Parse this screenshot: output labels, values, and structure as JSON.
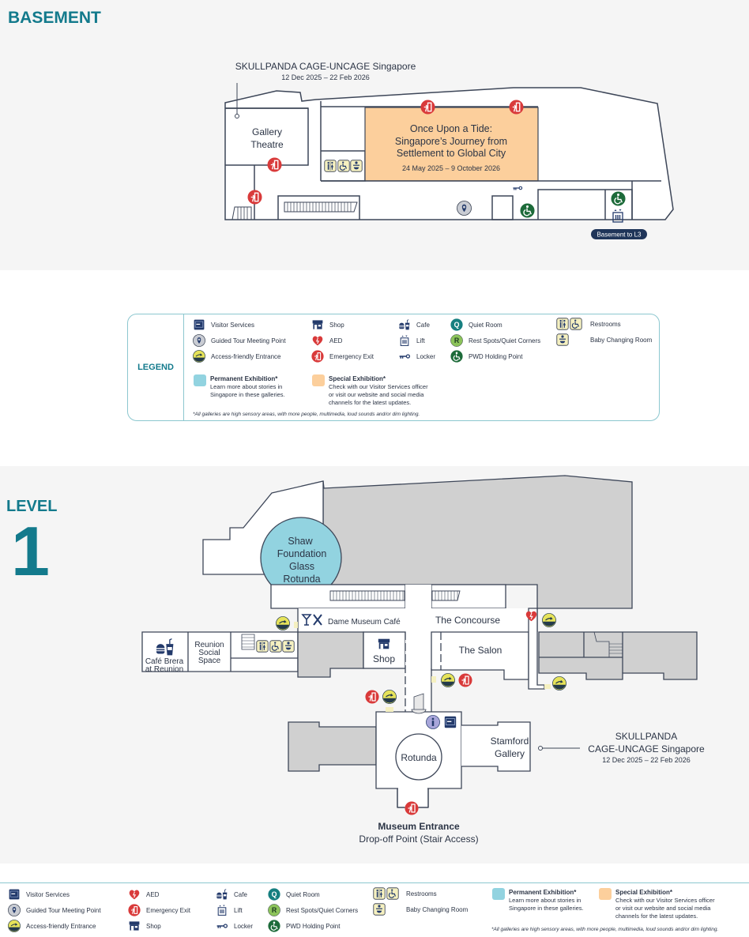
{
  "colors": {
    "teal_title": "#137a8c",
    "wall": "#3d4658",
    "special_exhibition": "#fccf9c",
    "permanent_exhibition": "#92d3e0",
    "inactive_area": "#d0d0d0",
    "emergency_red": "#d93a3a",
    "access_yellow": "#e6e35a",
    "pwd_green": "#1d6b3a",
    "rest_green": "#8cc35a",
    "quiet_teal": "#167f80",
    "navy": "#233a6b",
    "info_lilac": "#a8a6da",
    "restroom_yellow": "#f5f0c0"
  },
  "basement": {
    "title": "BASEMENT",
    "callout_title": "SKULLPANDA CAGE-UNCAGE Singapore",
    "callout_dates": "12 Dec 2025 – 22 Feb 2026",
    "gallery_theatre_line1": "Gallery",
    "gallery_theatre_line2": "Theatre",
    "exhibition_line1": "Once Upon a Tide:",
    "exhibition_line2": "Singapore’s Journey from",
    "exhibition_line3": "Settlement to Global City",
    "exhibition_dates": "24 May 2025 – 9 October 2026",
    "lift_badge": "Basement to L3"
  },
  "legend": {
    "heading": "LEGEND",
    "items": [
      {
        "icon": "visitor-services-icon",
        "label": "Visitor Services"
      },
      {
        "icon": "guided-tour-icon",
        "label": "Guided Tour Meeting Point"
      },
      {
        "icon": "access-entrance-icon",
        "label": "Access-friendly Entrance"
      },
      {
        "icon": "shop-icon",
        "label": "Shop"
      },
      {
        "icon": "aed-icon",
        "label": "AED"
      },
      {
        "icon": "emergency-exit-icon",
        "label": "Emergency Exit"
      },
      {
        "icon": "cafe-icon",
        "label": "Cafe"
      },
      {
        "icon": "lift-icon",
        "label": "Lift"
      },
      {
        "icon": "locker-icon",
        "label": "Locker"
      },
      {
        "icon": "quiet-room-icon",
        "label": "Quiet Room",
        "glyph": "Q"
      },
      {
        "icon": "rest-spot-icon",
        "label": "Rest Spots/Quiet Corners",
        "glyph": "R"
      },
      {
        "icon": "pwd-holding-icon",
        "label": "PWD Holding Point"
      },
      {
        "icon": "restrooms-icon",
        "label": "Restrooms"
      },
      {
        "icon": "baby-changing-icon",
        "label": "Baby Changing Room"
      }
    ],
    "permanent_title": "Permanent Exhibition*",
    "permanent_line1": "Learn more about stories in",
    "permanent_line2": "Singapore in these galleries.",
    "special_title": "Special Exhibition*",
    "special_line1": "Check with our Visitor Services officer",
    "special_line2": "or visit our website and social media",
    "special_line3": "channels for the latest updates.",
    "footnote": "*All galleries are high sensory areas, with more people, multimedia, loud sounds and/or dim lighting."
  },
  "level1": {
    "title_word": "LEVEL",
    "title_number": "1",
    "glass_rotunda": [
      "Shaw",
      "Foundation",
      "Glass",
      "Rotunda"
    ],
    "dame_cafe": "Dame Museum Café",
    "concourse": "The Concourse",
    "salon": "The Salon",
    "shop": "Shop",
    "reunion": [
      "Reunion",
      "Social",
      "Space"
    ],
    "cafe_brera": [
      "Café Brera",
      "at Reunion"
    ],
    "rotunda": "Rotunda",
    "stamford": [
      "Stamford",
      "Gallery"
    ],
    "callout_line1": "SKULLPANDA",
    "callout_line2": "CAGE-UNCAGE Singapore",
    "callout_dates": "12 Dec 2025 – 22 Feb 2026",
    "entrance_title": "Museum Entrance",
    "entrance_sub": "Drop-off Point (Stair Access)"
  }
}
